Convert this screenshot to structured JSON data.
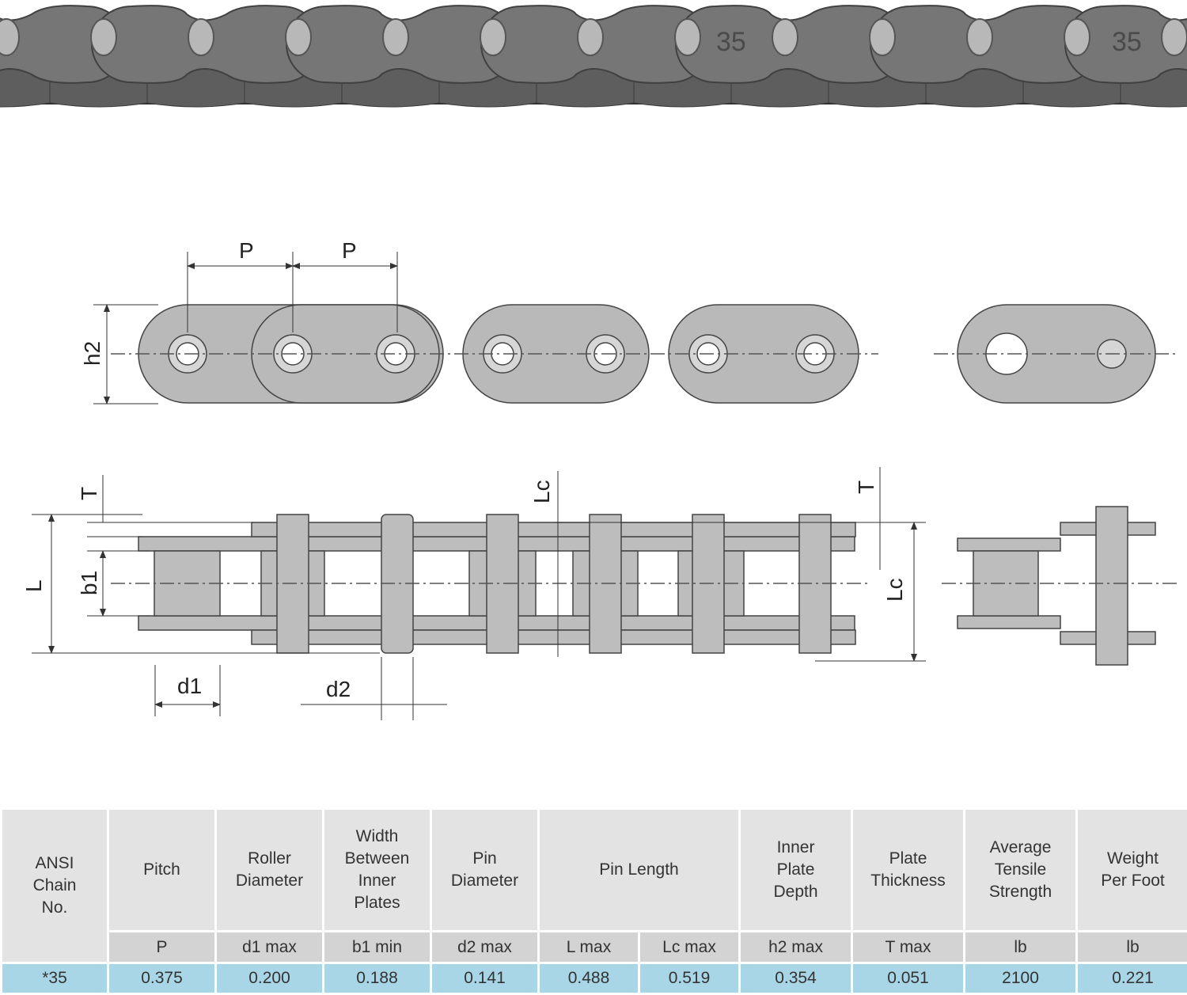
{
  "photo": {
    "markings": [
      "35",
      "35"
    ]
  },
  "diagram": {
    "labels": {
      "pitch_1": "P",
      "pitch_2": "P",
      "h2": "h2",
      "T_left": "T",
      "Lc_top": "Lc",
      "T_right": "T",
      "L": "L",
      "b1": "b1",
      "Lc_right": "Lc",
      "d1": "d1",
      "d2": "d2"
    }
  },
  "table": {
    "first_header": "ANSI Chain No.",
    "headers": [
      "Pitch",
      "Roller Diameter",
      "Width Between Inner Plates",
      "Pin Diameter",
      "Pin Length",
      "Inner Plate Depth",
      "Plate Thickness",
      "Average Tensile Strength",
      "Weight Per Foot"
    ],
    "subheaders": [
      "P",
      "d1 max",
      "b1 min",
      "d2 max",
      "L max",
      "Lc max",
      "h2 max",
      "T max",
      "lb",
      "lb"
    ],
    "rows": [
      {
        "chain_no": "*35",
        "values": [
          "0.375",
          "0.200",
          "0.188",
          "0.141",
          "0.488",
          "0.519",
          "0.354",
          "0.051",
          "2100",
          "0.221"
        ]
      }
    ]
  }
}
